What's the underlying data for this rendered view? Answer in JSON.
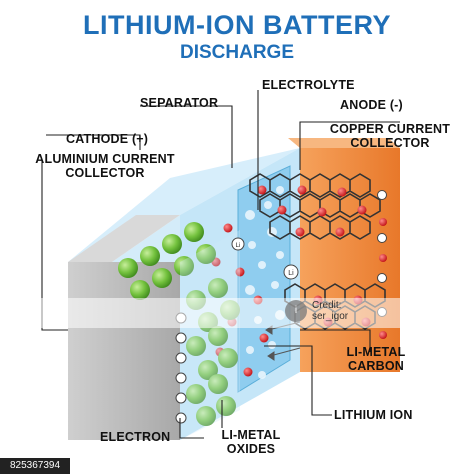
{
  "header": {
    "title": "LITHIUM-ION BATTERY",
    "subtitle": "DISCHARGE"
  },
  "labels": {
    "separator": "SEPARATOR",
    "electrolyte": "ELECTROLYTE",
    "anode": "ANODE (-)",
    "copper_line1": "COPPER CURRENT",
    "copper_line2": "COLLECTOR",
    "cathode": "CATHODE (+)",
    "aluminium_line1": "ALUMINIUM CURRENT",
    "aluminium_line2": "COLLECTOR",
    "li_metal_carbon_line1": "LI-METAL",
    "li_metal_carbon_line2": "CARBON",
    "lithium_ion": "LITHIUM ION",
    "electron": "ELECTRON",
    "li_metal_oxides_line1": "LI-METAL",
    "li_metal_oxides_line2": "OXIDES"
  },
  "symbols": {
    "ion_marker": "Li",
    "electron_marker": "e"
  },
  "watermark": {
    "credit_line1": "Credit:",
    "credit_line2": "ser_igor",
    "stock_id": "825367394"
  },
  "colors": {
    "title": "#1f6fb8",
    "copper": "#f28a3c",
    "aluminium": "#b9b9b9",
    "electrolyte": "#bfe3f7",
    "separator": "#8fcdef",
    "cathode_sphere": "#74c23e",
    "lithium_ion": "#e0262b",
    "carbon_lattice": "#333333"
  }
}
